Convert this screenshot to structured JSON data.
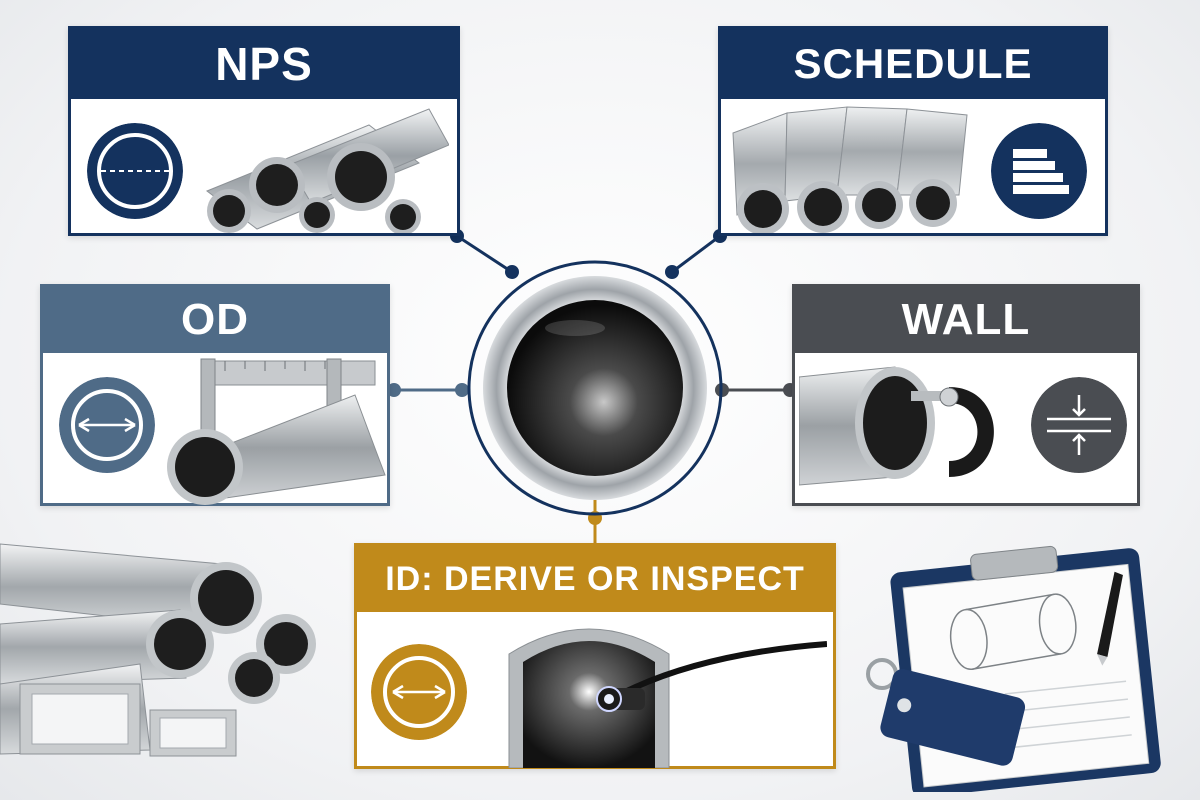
{
  "cards": {
    "nps": {
      "title": "NPS",
      "color": "#14325e",
      "icon": "diameter-line-icon"
    },
    "schedule": {
      "title": "SCHEDULE",
      "color": "#14325e",
      "icon": "stacked-bars-icon"
    },
    "od": {
      "title": "OD",
      "color": "#4f6b87",
      "icon": "outer-diameter-arrows-icon"
    },
    "wall": {
      "title": "WALL",
      "color": "#4a4d52",
      "icon": "wall-thickness-icon"
    },
    "id": {
      "title": "ID: DERIVE OR INSPECT",
      "color": "#c08a1b",
      "icon": "inner-diameter-arrows-icon"
    }
  },
  "center": {
    "icon": "pipe-cross-section-icon"
  },
  "extras": {
    "left": "pipe-stack-image",
    "right": "clipboard-with-tag-image"
  }
}
